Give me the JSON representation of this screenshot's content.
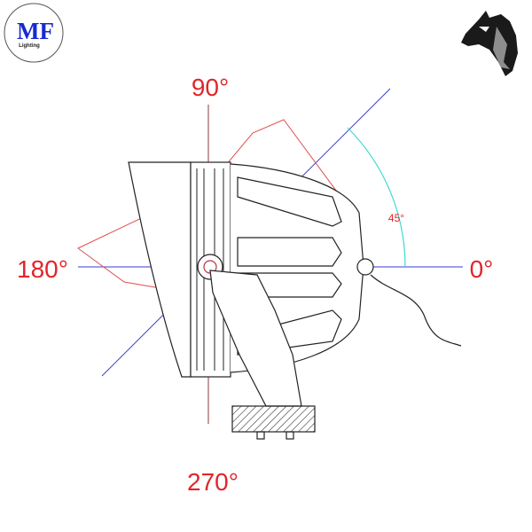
{
  "logo": {
    "initials": "MF",
    "subtitle": "Lighting"
  },
  "angles": {
    "top": "90°",
    "left": "180°",
    "right": "0°",
    "bottom": "270°",
    "tilt": "45°"
  },
  "colors": {
    "angle_label": "#e0262a",
    "axis": "#3b3bd6",
    "arc": "#3fd8d8",
    "beam": "#e05050",
    "drawing": "#222222",
    "logo_blue": "#1a2ad0"
  },
  "icons": {
    "brand_logo": "mf-lighting-logo",
    "mascot": "horse-head-icon"
  }
}
